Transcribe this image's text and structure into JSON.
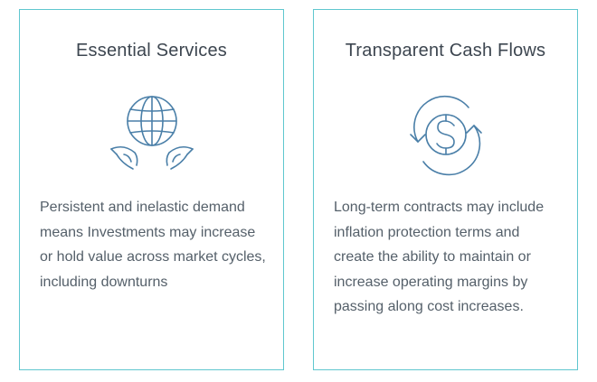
{
  "cards": [
    {
      "title": "Essential Services",
      "icon": "globe-in-hands-icon",
      "body": "Persistent and inelastic demand means Investments may increase or hold value across market cycles, including downturns"
    },
    {
      "title": "Transparent Cash Flows",
      "icon": "dollar-cycle-icon",
      "body": "Long-term contracts may include inflation protection terms and create the ability to maintain or increase operating margins by passing along cost increases."
    }
  ],
  "colors": {
    "border": "#5fc7cf",
    "icon": "#4a7fa8",
    "title": "#3d4650",
    "body": "#55606a"
  }
}
